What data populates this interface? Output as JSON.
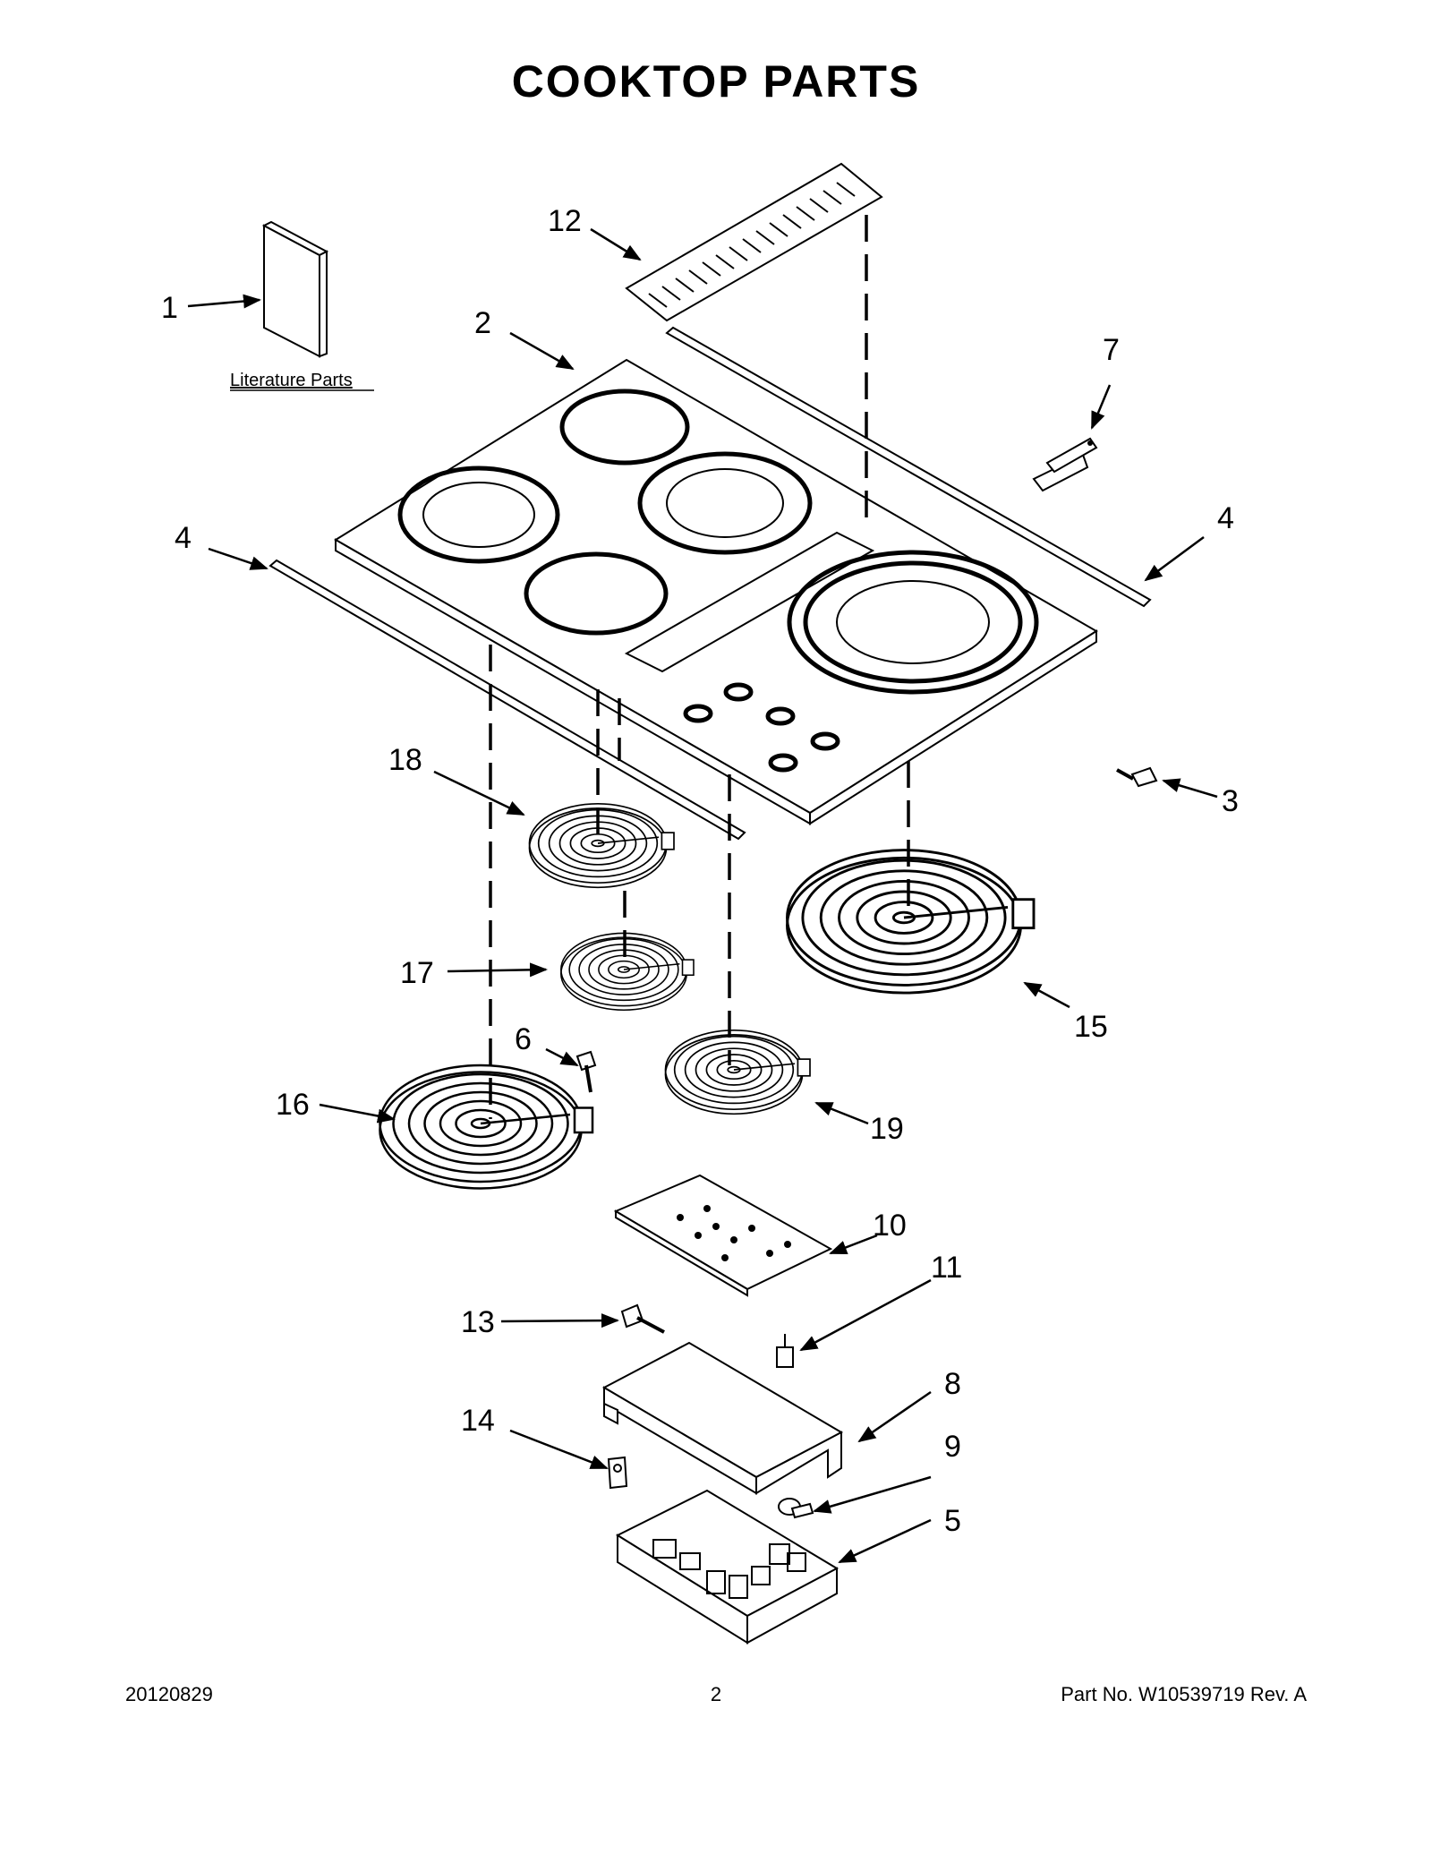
{
  "title": "COOKTOP PARTS",
  "literature_label": "Literature Parts",
  "callouts": [
    "1",
    "2",
    "3",
    "4",
    "4",
    "5",
    "6",
    "7",
    "8",
    "9",
    "10",
    "11",
    "12",
    "13",
    "14",
    "15",
    "16",
    "17",
    "18",
    "19"
  ],
  "footer": {
    "date": "20120829",
    "page": "2",
    "part_number": "Part No.  W10539719  Rev.  A"
  }
}
